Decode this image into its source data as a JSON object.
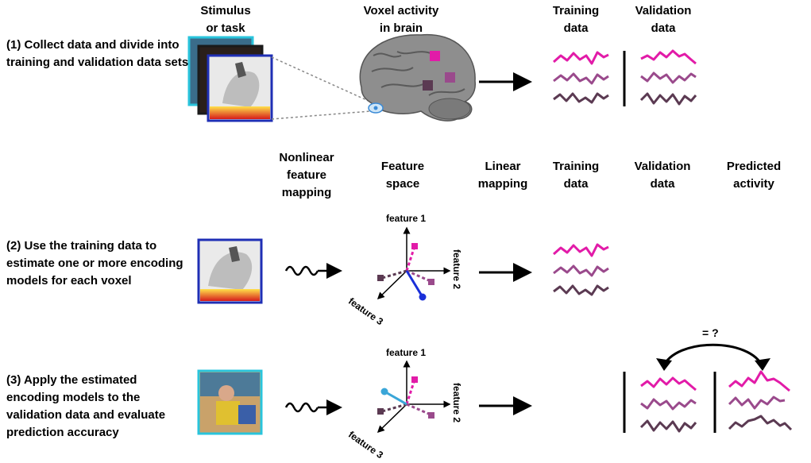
{
  "headers_top": {
    "stimulus": "Stimulus\nor task",
    "voxel": "Voxel activity\nin brain",
    "training": "Training\ndata",
    "validation": "Validation\ndata"
  },
  "headers_mid": {
    "nonlinear": "Nonlinear\nfeature\nmapping",
    "feature_space": "Feature\nspace",
    "linear": "Linear\nmapping",
    "training": "Training\ndata",
    "validation": "Validation\ndata",
    "predicted": "Predicted\nactivity"
  },
  "steps": {
    "step1": "(1) Collect data and divide into training and validation data sets",
    "step2": "(2) Use the training data to estimate one or more encoding models for each voxel",
    "step3": "(3) Apply the estimated encoding models to the validation data and evaluate prediction accuracy"
  },
  "axes": {
    "feature1": "feature 1",
    "feature2": "feature 2",
    "feature3": "feature 3"
  },
  "compare_label": "= ?",
  "colors": {
    "voxel_magenta": "#e21ba8",
    "voxel_purple": "#9a4a8c",
    "voxel_dark": "#5b3a52",
    "weight_blue": "#1a2fd8",
    "weight_cyan": "#3aa6d8",
    "frame_blue": "#1f2fb5",
    "frame_cyan": "#29c4dc"
  }
}
